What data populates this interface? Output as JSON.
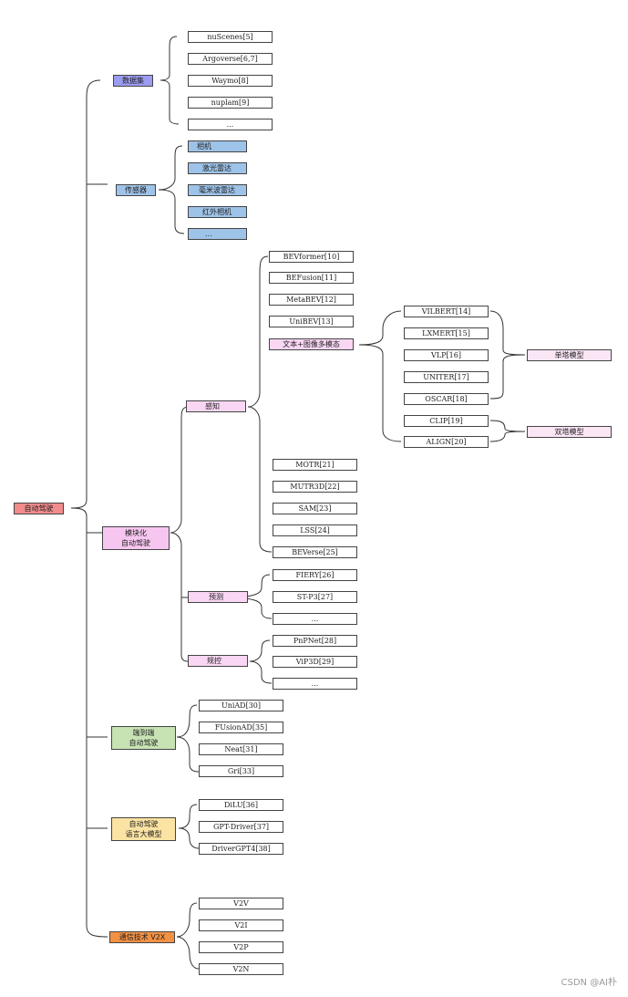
{
  "root": "自动驾驶",
  "dataset": {
    "label": "数据集",
    "items": [
      "nuScenes[5]",
      "Argoverse[6,7]",
      "Waymo[8]",
      "nuplam[9]",
      "..."
    ]
  },
  "sensor": {
    "label": "传感器",
    "items": [
      "相机",
      "激光雷达",
      "毫米波雷达",
      "红外相机",
      "..."
    ]
  },
  "modular": {
    "label_line1": "模块化",
    "label_line2": "自动驾驶",
    "perception": {
      "label": "感知",
      "group1": [
        "BEVformer[10]",
        "BEFusion[11]",
        "MetaBEV[12]",
        "UniBEV[13]"
      ],
      "multimodal": "文本+图像多模态",
      "single_tower": [
        "VILBERT[14]",
        "LXMERT[15]",
        "VLP[16]",
        "UNITER[17]",
        "OSCAR[18]"
      ],
      "single_tower_label": "单塔模型",
      "dual_tower": [
        "CLIP[19]",
        "ALIGN[20]"
      ],
      "dual_tower_label": "双塔模型",
      "group2": [
        "MOTR[21]",
        "MUTR3D[22]",
        "SAM[23]",
        "LSS[24]",
        "BEVerse[25]"
      ]
    },
    "prediction": {
      "label": "预测",
      "items": [
        "FIERY[26]",
        "ST-P3[27]",
        "..."
      ]
    },
    "planning": {
      "label": "规控",
      "items": [
        "PnPNet[28]",
        "ViP3D[29]",
        "..."
      ]
    }
  },
  "e2e": {
    "label_line1": "端到端",
    "label_line2": "自动驾驶",
    "items": [
      "UniAD[30]",
      "FUsionAD[35]",
      "Neat[31]",
      "Gri[33]"
    ]
  },
  "llm": {
    "label_line1": "自动驾驶",
    "label_line2": "语言大模型",
    "items": [
      "DiLU[36]",
      "GPT-Driver[37]",
      "DriverGPT4[38]"
    ]
  },
  "v2x": {
    "label": "通信技术 V2X",
    "items": [
      "V2V",
      "V2I",
      "V2P",
      "V2N"
    ]
  },
  "watermark": "CSDN @AI朴"
}
